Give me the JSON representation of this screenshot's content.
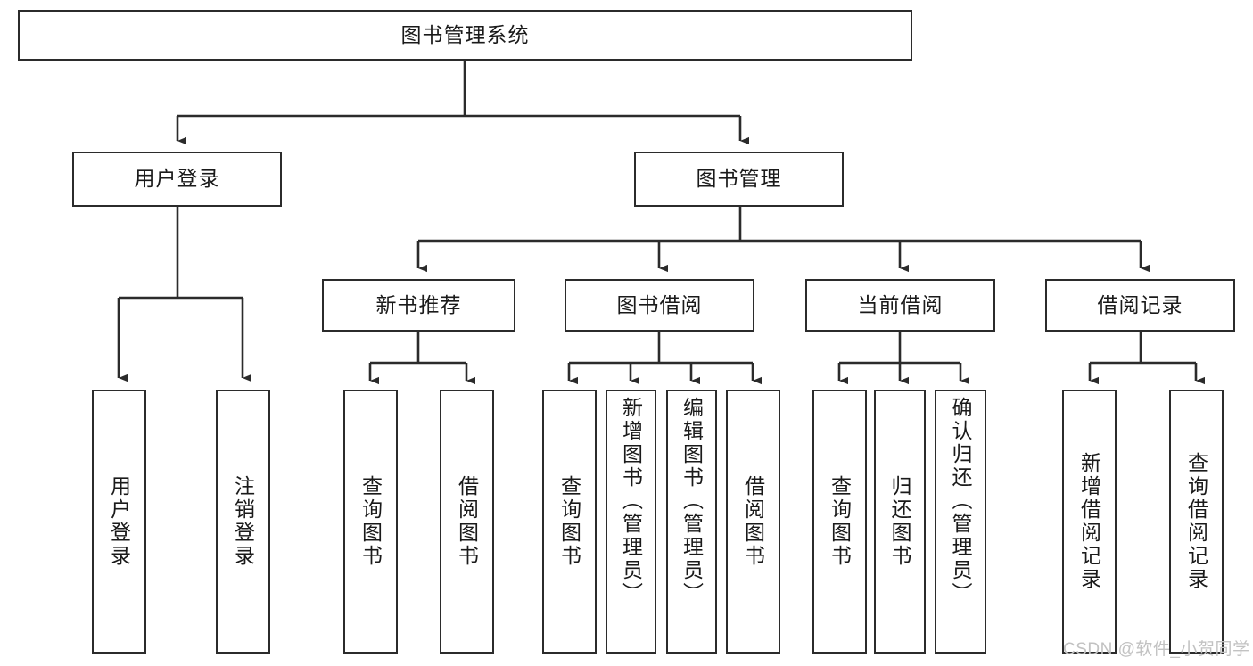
{
  "diagram": {
    "title": "图书管理系统",
    "type": "tree-hierarchy-chart",
    "root": {
      "id": "root",
      "label": "图书管理系统"
    },
    "level2": [
      {
        "id": "user-login",
        "label": "用户登录"
      },
      {
        "id": "book-manage",
        "label": "图书管理"
      }
    ],
    "level3": [
      {
        "id": "new-book-recommend",
        "label": "新书推荐"
      },
      {
        "id": "book-borrow",
        "label": "图书借阅"
      },
      {
        "id": "current-borrow",
        "label": "当前借阅"
      },
      {
        "id": "borrow-record",
        "label": "借阅记录"
      }
    ],
    "leaves": [
      {
        "id": "leaf-user-login",
        "label": "用户登录",
        "parent": "user-login"
      },
      {
        "id": "leaf-logout",
        "label": "注销登录",
        "parent": "user-login"
      },
      {
        "id": "leaf-query-book-1",
        "label": "查询图书",
        "parent": "new-book-recommend"
      },
      {
        "id": "leaf-borrow-book-1",
        "label": "借阅图书",
        "parent": "new-book-recommend"
      },
      {
        "id": "leaf-query-book-2",
        "label": "查询图书",
        "parent": "book-borrow"
      },
      {
        "id": "leaf-add-book",
        "label": "新增图书（管理员）",
        "parent": "book-borrow"
      },
      {
        "id": "leaf-edit-book",
        "label": "编辑图书（管理员）",
        "parent": "book-borrow"
      },
      {
        "id": "leaf-borrow-book-2",
        "label": "借阅图书",
        "parent": "book-borrow"
      },
      {
        "id": "leaf-query-book-3",
        "label": "查询图书",
        "parent": "current-borrow"
      },
      {
        "id": "leaf-return-book",
        "label": "归还图书",
        "parent": "current-borrow"
      },
      {
        "id": "leaf-confirm-return",
        "label": "确认归还（管理员）",
        "parent": "current-borrow"
      },
      {
        "id": "leaf-add-record",
        "label": "新增借阅记录",
        "parent": "borrow-record"
      },
      {
        "id": "leaf-query-record",
        "label": "查询借阅记录",
        "parent": "borrow-record"
      }
    ]
  },
  "watermark": {
    "text": "CSDN @软件_小贺同学",
    "color": "#c2c2c2"
  },
  "colors": {
    "stroke": "#2b2b2b",
    "fill": "#ffffff",
    "text": "#1a1a1a"
  }
}
